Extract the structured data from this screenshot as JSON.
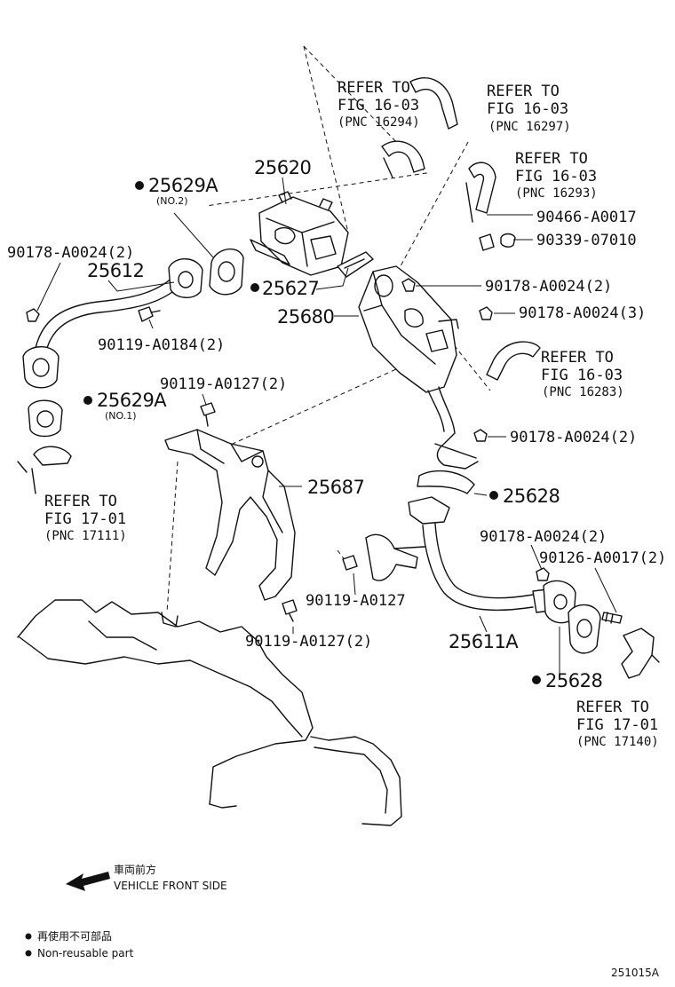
{
  "diagram_id": "251015A",
  "front_side": {
    "jp": "車両前方",
    "en": "VEHICLE FRONT SIDE"
  },
  "legend": {
    "jp": "再使用不可部品",
    "en": "Non-reusable part"
  },
  "labels": [
    {
      "id": "l-25620",
      "text": "25620",
      "style": "big",
      "dot": false
    },
    {
      "id": "l-25629a-top",
      "text": "25629A",
      "style": "big",
      "dot": true
    },
    {
      "id": "l-no2",
      "text": "(NO.2)",
      "style": "tiny",
      "dot": false
    },
    {
      "id": "l-90178-a0024-2-left",
      "text": "90178-A0024(2)",
      "style": "mono",
      "dot": false
    },
    {
      "id": "l-25612",
      "text": "25612",
      "style": "big",
      "dot": false
    },
    {
      "id": "l-25627",
      "text": "25627",
      "style": "big",
      "dot": true
    },
    {
      "id": "l-25680",
      "text": "25680",
      "style": "big",
      "dot": false
    },
    {
      "id": "l-90119-a0184-2",
      "text": "90119-A0184(2)",
      "style": "mono",
      "dot": false
    },
    {
      "id": "l-90119-a0127-2-top",
      "text": "90119-A0127(2)",
      "style": "mono",
      "dot": false
    },
    {
      "id": "l-25629a-bottom",
      "text": "25629A",
      "style": "big",
      "dot": true
    },
    {
      "id": "l-no1",
      "text": "(NO.1)",
      "style": "tiny",
      "dot": false
    },
    {
      "id": "l-25687",
      "text": "25687",
      "style": "big",
      "dot": false
    },
    {
      "id": "l-25628-top",
      "text": "25628",
      "style": "big",
      "dot": true
    },
    {
      "id": "l-90178-a0024-2-mid",
      "text": "90178-A0024(2)",
      "style": "mono",
      "dot": false
    },
    {
      "id": "l-90126-a0017-2",
      "text": "90126-A0017(2)",
      "style": "mono",
      "dot": false
    },
    {
      "id": "l-90119-a0127",
      "text": "90119-A0127",
      "style": "mono",
      "dot": false
    },
    {
      "id": "l-90119-a0127-2-bottom",
      "text": "90119-A0127(2)",
      "style": "mono",
      "dot": false
    },
    {
      "id": "l-25611a",
      "text": "25611A",
      "style": "big",
      "dot": false
    },
    {
      "id": "l-25628-bottom",
      "text": "25628",
      "style": "big",
      "dot": true
    },
    {
      "id": "l-90466-a0017",
      "text": "90466-A0017",
      "style": "mono",
      "dot": false
    },
    {
      "id": "l-90339-07010",
      "text": "90339-07010",
      "style": "mono",
      "dot": false
    },
    {
      "id": "l-90178-a0024-2-right",
      "text": "90178-A0024(2)",
      "style": "mono",
      "dot": false
    },
    {
      "id": "l-90178-a0024-3",
      "text": "90178-A0024(3)",
      "style": "mono",
      "dot": false
    },
    {
      "id": "l-90178-a0024-2-lower",
      "text": "90178-A0024(2)",
      "style": "mono",
      "dot": false
    }
  ],
  "refers": [
    {
      "id": "r-16294",
      "line1": "REFER TO",
      "line2": "FIG 16-03",
      "line3": "(PNC 16294)"
    },
    {
      "id": "r-16297",
      "line1": "REFER TO",
      "line2": "FIG 16-03",
      "line3": "(PNC 16297)"
    },
    {
      "id": "r-16293",
      "line1": "REFER TO",
      "line2": "FIG 16-03",
      "line3": "(PNC 16293)"
    },
    {
      "id": "r-16283",
      "line1": "REFER TO",
      "line2": "FIG 16-03",
      "line3": "(PNC 16283)"
    },
    {
      "id": "r-17111",
      "line1": "REFER TO",
      "line2": "FIG 17-01",
      "line3": "(PNC 17111)"
    },
    {
      "id": "r-17140",
      "line1": "REFER TO",
      "line2": "FIG 17-01",
      "line3": "(PNC 17140)"
    }
  ]
}
